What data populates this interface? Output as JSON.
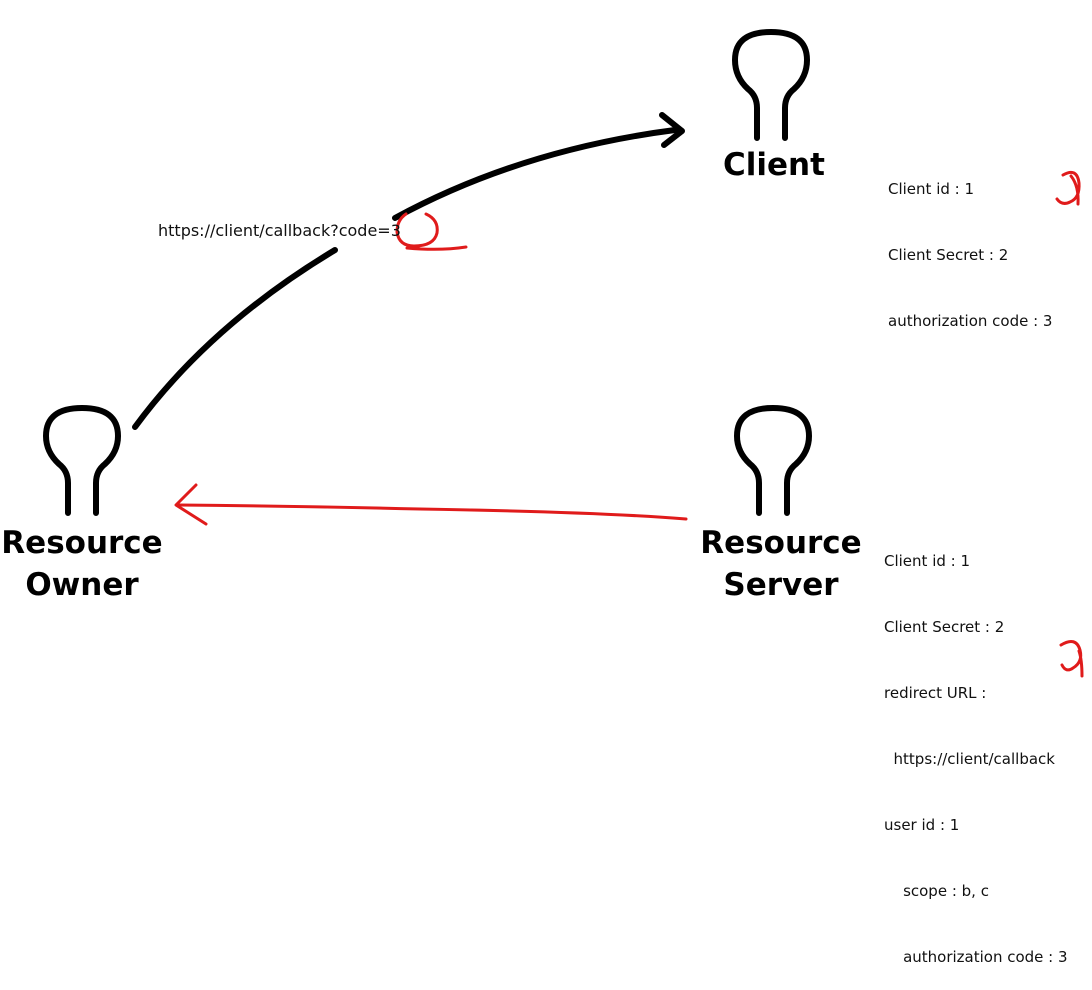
{
  "actors": {
    "client": {
      "label": "Client"
    },
    "resource_owner": {
      "label_line1": "Resource",
      "label_line2": "Owner"
    },
    "resource_server": {
      "label_line1": "Resource",
      "label_line2": "Server"
    }
  },
  "client_info": {
    "lines": [
      "Client id : 1",
      "Client Secret : 2",
      "authorization code : 3"
    ]
  },
  "server_info": {
    "lines": [
      "Client id : 1",
      "Client Secret : 2",
      "redirect URL :",
      "  https://client/callback",
      "user id : 1",
      "    scope : b, c",
      "    authorization code : 3"
    ]
  },
  "redirect_label": "https://client/callback?code=3",
  "colors": {
    "icon": "#000000",
    "black_arrow": "#000000",
    "annotation": "#e01b1b"
  }
}
